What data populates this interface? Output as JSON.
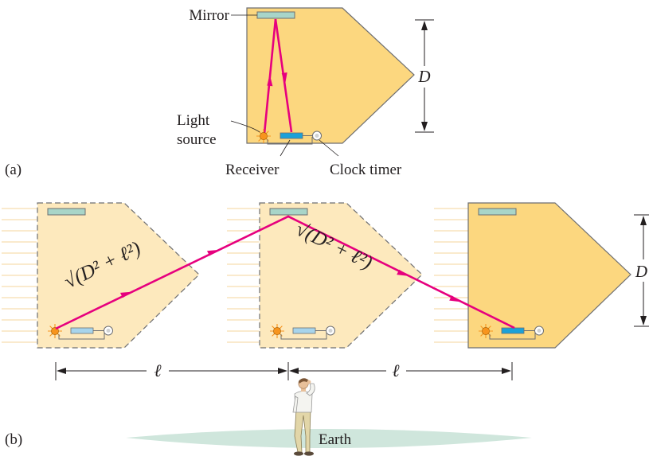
{
  "figure": {
    "panel_a": {
      "letter": "(a)",
      "labels": {
        "mirror": "Mirror",
        "light_line1": "Light",
        "light_line2": "source",
        "receiver": "Receiver",
        "clock_timer": "Clock timer",
        "distance": "D"
      }
    },
    "panel_b": {
      "letter": "(b)",
      "labels": {
        "path_length_1": "√(D² + ℓ²)",
        "path_length_2": "√(D² + ℓ²)",
        "distance": "D",
        "ell_1": "ℓ",
        "ell_2": "ℓ",
        "earth": "Earth"
      }
    }
  },
  "colors": {
    "ship_fill": "#fcd77f",
    "ship_ghost_fill": "#fde9bd",
    "ship_stroke": "#6d6e71",
    "light_beam": "#e6007e",
    "mirror": "#a8d5c8",
    "receiver": "#1ba1d8",
    "light_source": "#f7941d",
    "earth": "#cfe6dc",
    "text": "#231f20"
  },
  "icons": [
    "light-source-icon",
    "receiver-icon",
    "clock-timer-icon",
    "mirror-icon",
    "observer-figure"
  ]
}
